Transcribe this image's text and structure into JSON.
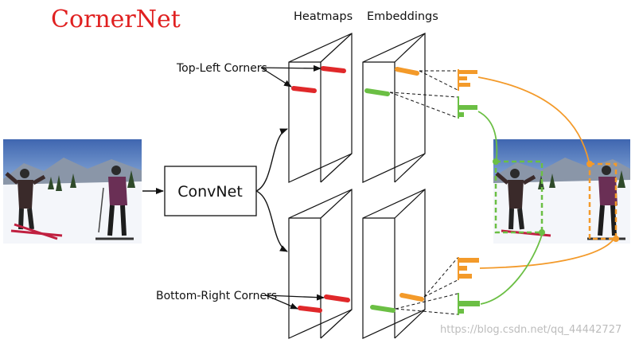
{
  "title": "CornerNet",
  "column_headers": {
    "heatmaps": "Heatmaps",
    "embeddings": "Embeddings"
  },
  "labels": {
    "top_left": "Top-Left Corners",
    "bottom_right": "Bottom-Right Corners",
    "convnet": "ConvNet"
  },
  "watermark": "https://blog.csdn.net/qq_44442727",
  "colors": {
    "title": "#e02020",
    "heatmap_mark": "#e0282a",
    "embedding_top": "#f39a2a",
    "embedding_bottom": "#6bbf44",
    "outline": "#111111"
  },
  "images": {
    "input_photo": "ski-photo-two-skiers",
    "output_photo": "ski-photo-with-detection-boxes"
  }
}
